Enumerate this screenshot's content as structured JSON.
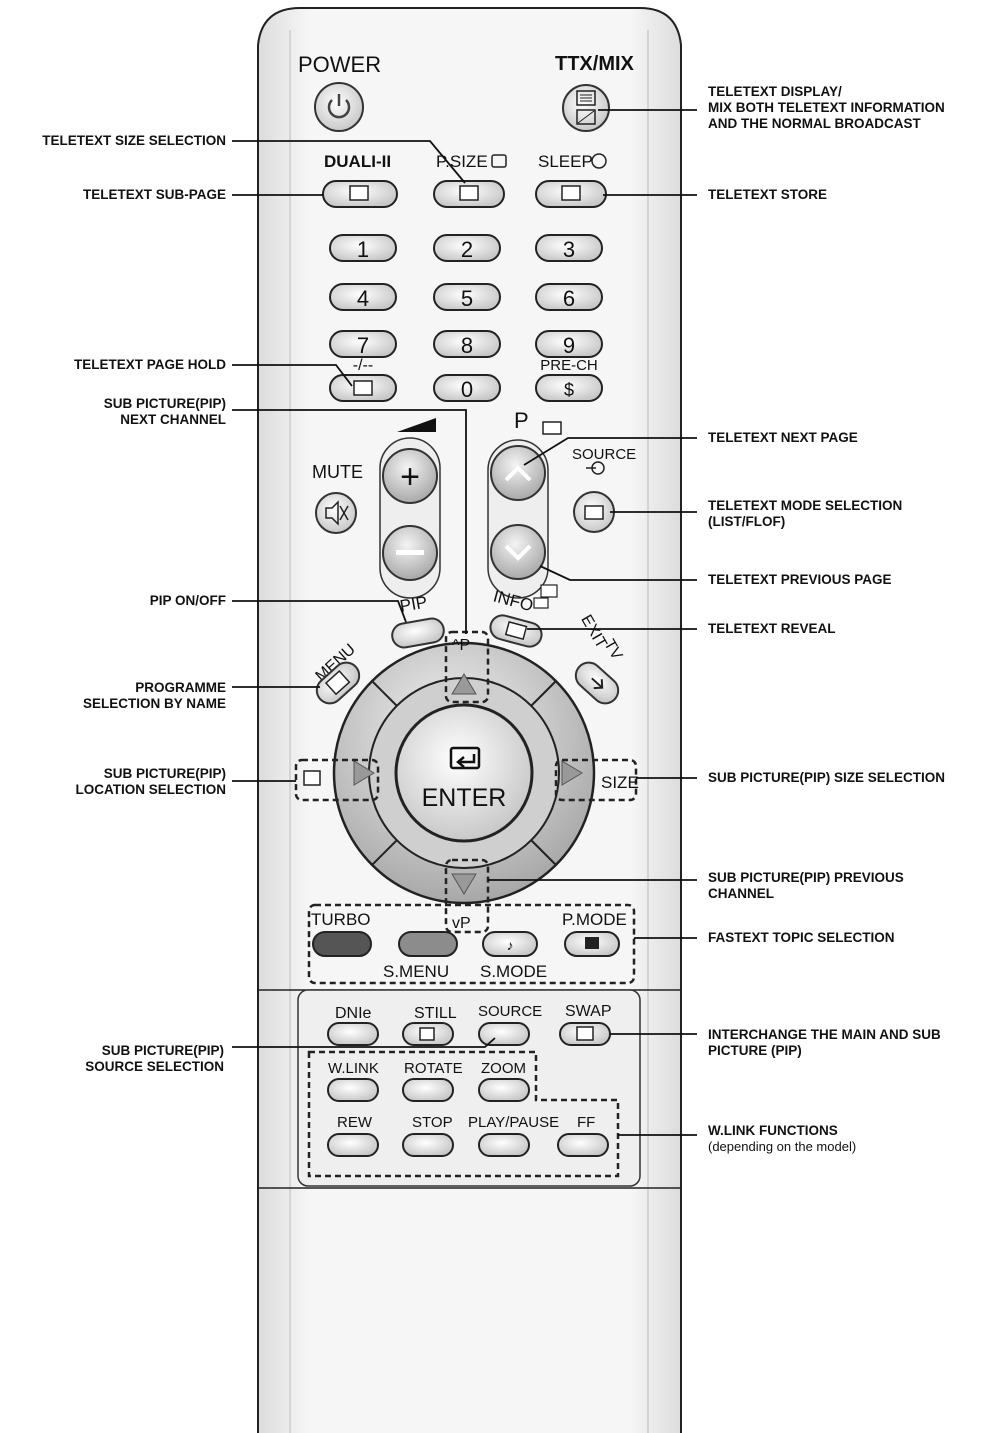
{
  "remote": {
    "power_label": "POWER",
    "ttx_mix_label": "TTX/MIX",
    "dual_label": "DUALI-II",
    "psize_label": "P.SIZE",
    "sleep_label": "SLEEP",
    "digits": [
      "1",
      "2",
      "3",
      "4",
      "5",
      "6",
      "7",
      "8",
      "9",
      "0"
    ],
    "dash_label": "-/--",
    "prech_label": "PRE-CH",
    "vol_symbol": "◢",
    "mute_label": "MUTE",
    "p_label": "P",
    "source_top_label": "SOURCE",
    "pip_label": "PIP",
    "info_label": "INFO",
    "menu_label": "MENU",
    "exit_label": "EXIT",
    "tv_label": "TV",
    "enter_label": "ENTER",
    "up_p_label": "^P",
    "down_p_label": "vP",
    "size_label": "SIZE",
    "turbo_label": "TURBO",
    "pmode_label": "P.MODE",
    "smenu_label": "S.MENU",
    "smode_label": "S.MODE",
    "dnie_label": "DNIe",
    "still_label": "STILL",
    "source_label": "SOURCE",
    "swap_label": "SWAP",
    "wlink_label": "W.LINK",
    "rotate_label": "ROTATE",
    "zoom_label": "ZOOM",
    "rew_label": "REW",
    "stop_label": "STOP",
    "playpause_label": "PLAY/PAUSE",
    "ff_label": "FF"
  },
  "callouts_left": {
    "size_sel": "TELETEXT SIZE SELECTION",
    "sub_page": "TELETEXT SUB-PAGE",
    "page_hold": "TELETEXT PAGE HOLD",
    "pip_next_1": "SUB PICTURE(PIP)",
    "pip_next_2": "NEXT CHANNEL",
    "pip_onoff": "PIP ON/OFF",
    "prog_1": "PROGRAMME",
    "prog_2": "SELECTION BY NAME",
    "pip_loc_1": "SUB PICTURE(PIP)",
    "pip_loc_2": "LOCATION SELECTION",
    "pip_src_1": "SUB PICTURE(PIP)",
    "pip_src_2": "SOURCE SELECTION"
  },
  "callouts_right": {
    "display_1": "TELETEXT DISPLAY/",
    "display_2": "MIX BOTH TELETEXT INFORMATION",
    "display_3": "AND THE NORMAL BROADCAST",
    "store": "TELETEXT STORE",
    "next_page": "TELETEXT NEXT PAGE",
    "mode_1": "TELETEXT MODE SELECTION",
    "mode_2": "(LIST/FLOF)",
    "prev_page": "TELETEXT PREVIOUS PAGE",
    "reveal": "TELETEXT REVEAL",
    "pip_size": "SUB PICTURE(PIP) SIZE SELECTION",
    "pip_prev_1": "SUB PICTURE(PIP) PREVIOUS",
    "pip_prev_2": "CHANNEL",
    "fastext": "FASTEXT TOPIC SELECTION",
    "swap_1": "INTERCHANGE THE MAIN AND SUB",
    "swap_2": "PICTURE (PIP)",
    "wlink_1": "W.LINK FUNCTIONS",
    "wlink_2": "(depending on the model)"
  }
}
